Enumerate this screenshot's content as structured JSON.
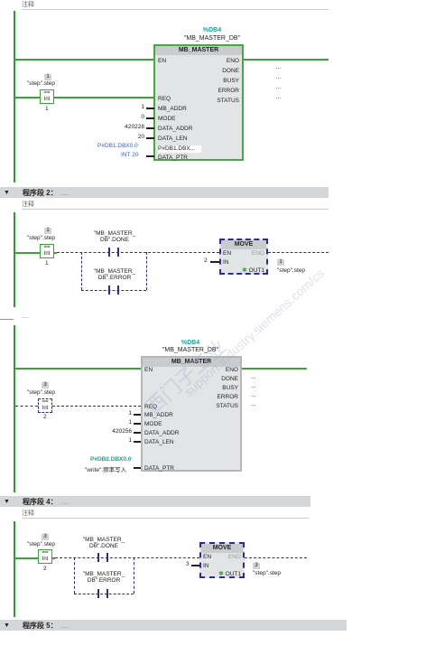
{
  "segments": {
    "seg1": {
      "comment": "注释"
    },
    "seg2": {
      "header": "程序段 2：",
      "dots": "....",
      "comment": "注释"
    },
    "seg3": {
      "dots": "...."
    },
    "seg4": {
      "header": "程序段 4：",
      "dots": "....",
      "comment": "注释"
    },
    "seg5": {
      "header": "程序段 5：",
      "dots": "...."
    }
  },
  "block1": {
    "db_number": "%DB4",
    "db_name": "\"MB_MASTER_DB\"",
    "title": "MB_MASTER",
    "in_pins": [
      "EN",
      "REQ",
      "MB_ADDR",
      "MODE",
      "DATA_ADDR",
      "DATA_LEN",
      "DATA_PTR"
    ],
    "out_pins": [
      "ENO",
      "DONE",
      "BUSY",
      "ERROR",
      "STATUS"
    ],
    "params": {
      "mb_addr": "1",
      "mode": "0",
      "data_addr": "420228",
      "data_len": "20",
      "ptr_area": "P#DB1.DBX0.0",
      "ptr_type": "INT 20",
      "ptr_inner": "P#DB1.DBX..."
    },
    "compare": {
      "num": "1",
      "var": "\"step\".step",
      "op": "==",
      "type": "Int",
      "val": "1"
    }
  },
  "seg2_net": {
    "compare": {
      "num": "1",
      "var": "\"step\".step",
      "op": "==",
      "type": "Int",
      "val": "1"
    },
    "contact_done": [
      "\"MB_MASTER_",
      "DB\".DONE"
    ],
    "contact_error": [
      "\"MB_MASTER_",
      "DB\".ERROR"
    ],
    "move": {
      "title": "MOVE",
      "en": "EN",
      "eno": "ENO",
      "in": "IN",
      "out": "OUT1",
      "in_val": "2",
      "out_num": "1",
      "out_var": "\"step\".step"
    }
  },
  "block3": {
    "db_number": "%DB4",
    "db_name": "\"MB_MASTER_DB\"",
    "title": "MB_MASTER",
    "in_pins": [
      "EN",
      "REQ",
      "MB_ADDR",
      "MODE",
      "DATA_ADDR",
      "DATA_LEN",
      "DATA_PTR"
    ],
    "out_pins": [
      "ENO",
      "DONE",
      "BUSY",
      "ERROR",
      "STATUS"
    ],
    "params": {
      "mb_addr": "1",
      "mode": "1",
      "data_addr": "420256",
      "data_len": "1",
      "ptr_area": "P#DB2.DBX0.0",
      "ptr_var": "\"write\".频率写入"
    },
    "compare": {
      "num": "3",
      "var": "\"step\".step",
      "op": "==",
      "type": "Int",
      "val": "2"
    }
  },
  "seg4_net": {
    "compare": {
      "num": "3",
      "var": "\"step\".step",
      "op": "==",
      "type": "Int",
      "val": "2"
    },
    "contact_done": [
      "\"MB_MASTER_",
      "DB\".DONE"
    ],
    "contact_error": [
      "\"MB_MASTER_",
      "DB\".ERROR"
    ],
    "move": {
      "title": "MOVE",
      "en": "EN",
      "eno": "ENO",
      "in": "IN",
      "out": "OUT1",
      "in_val": "3",
      "out_num": "3",
      "out_var": "\"step\".step"
    }
  },
  "output_stub": "...",
  "watermark": {
    "line1": "西门子工业",
    "line2": "support.industry.siemens.com/cs"
  }
}
